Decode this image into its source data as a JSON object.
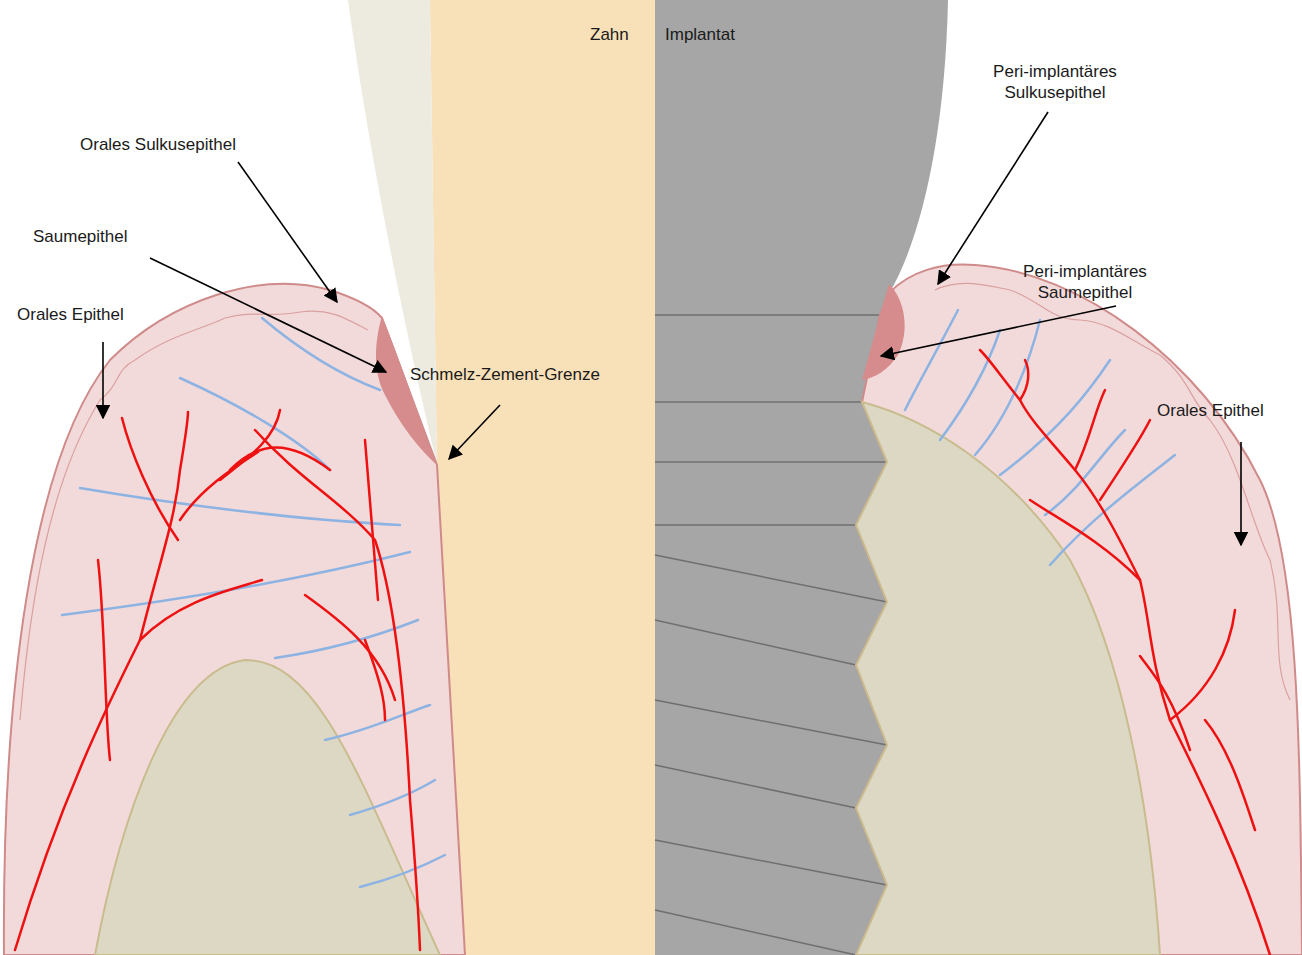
{
  "diagram": {
    "labels": [
      "Zahn",
      "Implantat",
      "Orales Sulkusepithel",
      "Saumepithel",
      "Orales Epithel",
      "Schmelz-Zement-Grenze",
      "Peri-implantäres Sulkusepithel",
      "Peri-implantäres Saumepithel",
      "Orales Epithel"
    ]
  }
}
